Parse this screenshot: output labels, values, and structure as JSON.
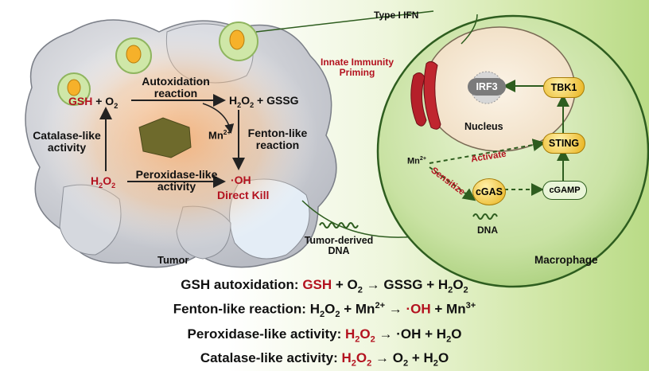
{
  "colors": {
    "red": "#b3121f",
    "cell_green": "#c6e0a0",
    "orange": "#f6b12a",
    "pill_yellow": "#f1c232"
  },
  "diagram": {
    "type_ifn": "Type I IFN",
    "innate_line1": "Innate Immunity",
    "innate_line2": "Priming",
    "irf3": "IRF3",
    "tbk1": "TBK1",
    "sting": "STING",
    "cgas": "cGAS",
    "cgamp": "cGAMP",
    "nucleus": "Nucleus",
    "dna": "DNA",
    "mn": "Mn",
    "mn_sup": "2+",
    "activate": "Activate",
    "sensitize": "Sensitize",
    "macrophage": "Macrophage",
    "tumor": "Tumor",
    "tumor_dna_line1": "Tumor-derived",
    "tumor_dna_line2": "DNA",
    "gsh": "GSH",
    "plus": "+ O",
    "o2_sub": "2",
    "autox_line1": "Autoxidation",
    "autox_line2": "reaction",
    "h2o2_gssg": "H",
    "catalase_line1": "Catalase-like",
    "catalase_line2": "activity",
    "fenton_line1": "Fenton-like",
    "fenton_line2": "reaction",
    "peroxidase_line1": "Peroxidase-like",
    "peroxidase_line2": "activity",
    "oh": "·OH",
    "direct_kill": "Direct Kill"
  },
  "equations": [
    {
      "name": "GSH autoxidation:"
    },
    {
      "name": "Fenton-like reaction:"
    },
    {
      "name": "Peroxidase-like activity:"
    },
    {
      "name": "Catalase-like activity:"
    }
  ]
}
